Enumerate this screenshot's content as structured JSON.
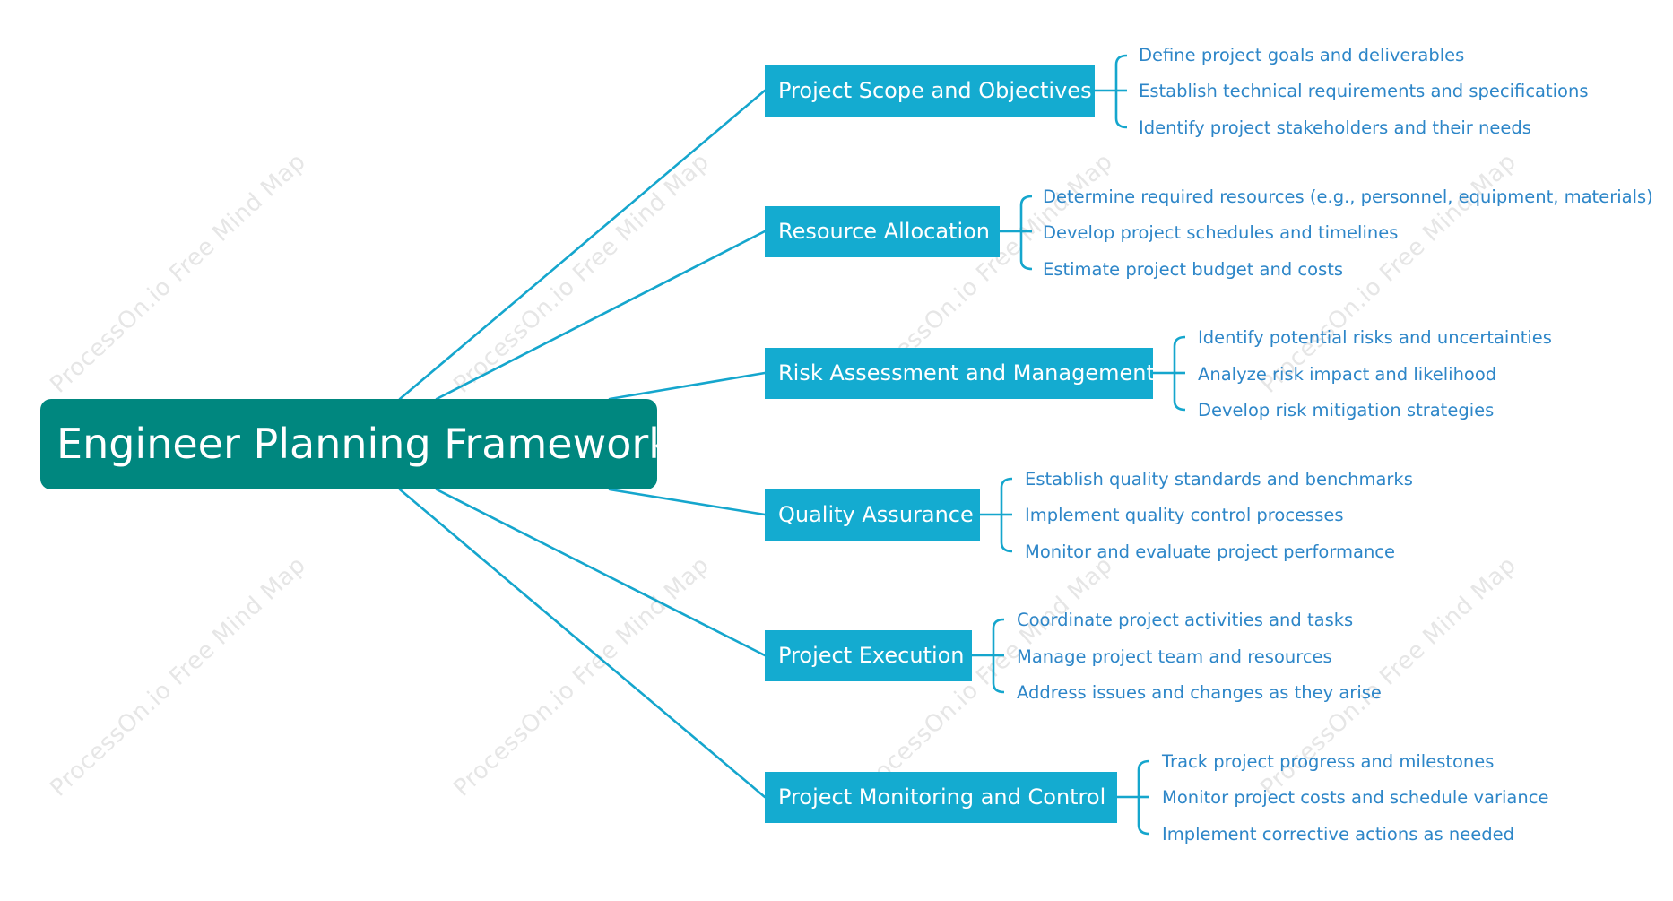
{
  "theme": {
    "root_color": "#00877f",
    "branch_color": "#14abd0",
    "leaf_text_color": "#2d86c8",
    "line_color": "#15a6cd"
  },
  "watermark": "ProcessOn.io Free Mind Map",
  "root": {
    "label": "Engineer Planning Framework"
  },
  "branches": [
    {
      "label": "Project Scope and Objectives",
      "children": [
        "Define project goals and deliverables",
        "Establish technical requirements and specifications",
        "Identify project stakeholders and their needs"
      ]
    },
    {
      "label": "Resource Allocation",
      "children": [
        "Determine required resources (e.g., personnel, equipment, materials)",
        "Develop project schedules and timelines",
        "Estimate project budget and costs"
      ]
    },
    {
      "label": "Risk Assessment and Management",
      "children": [
        "Identify potential risks and uncertainties",
        "Analyze risk impact and likelihood",
        "Develop risk mitigation strategies"
      ]
    },
    {
      "label": "Quality Assurance",
      "children": [
        "Establish quality standards and benchmarks",
        "Implement quality control processes",
        "Monitor and evaluate project performance"
      ]
    },
    {
      "label": "Project Execution",
      "children": [
        "Coordinate project activities and tasks",
        "Manage project team and resources",
        "Address issues and changes as they arise"
      ]
    },
    {
      "label": "Project Monitoring and Control",
      "children": [
        "Track project progress and milestones",
        "Monitor project costs and schedule variance",
        "Implement corrective actions as needed"
      ]
    }
  ]
}
